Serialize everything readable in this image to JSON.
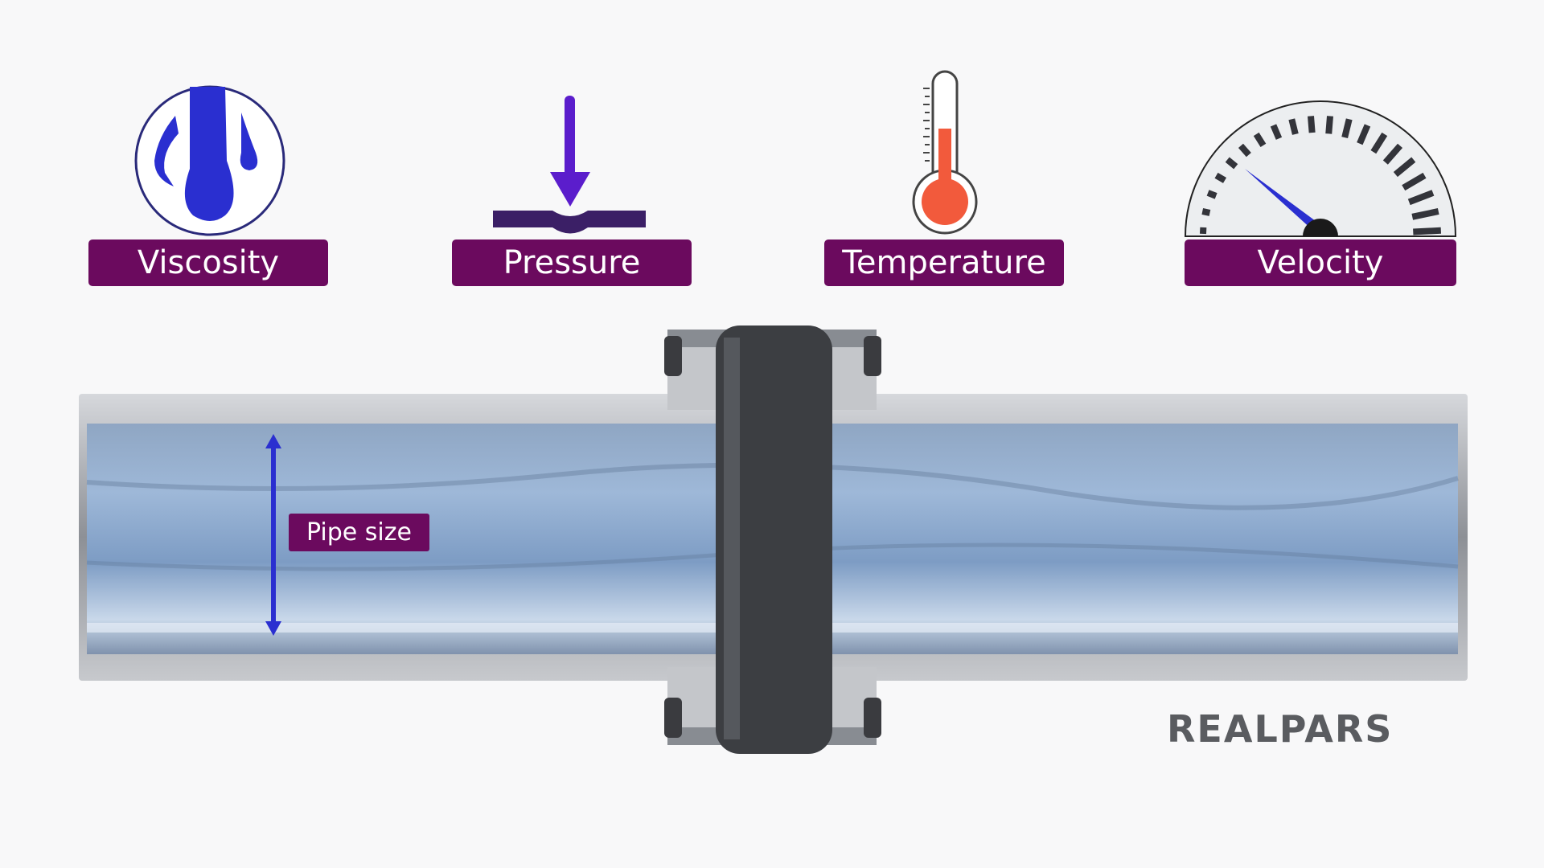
{
  "labels": {
    "viscosity": "Viscosity",
    "pressure": "Pressure",
    "temperature": "Temperature",
    "velocity": "Velocity",
    "pipe_size": "Pipe size"
  },
  "logo": "REALPARS",
  "colors": {
    "label_bg": "#6b0a5e",
    "icon_blue": "#2a2fd0",
    "arrow_purple": "#5b1dcc",
    "thermo_red": "#f25a3c",
    "pipe_water": "#7f9fc6"
  }
}
